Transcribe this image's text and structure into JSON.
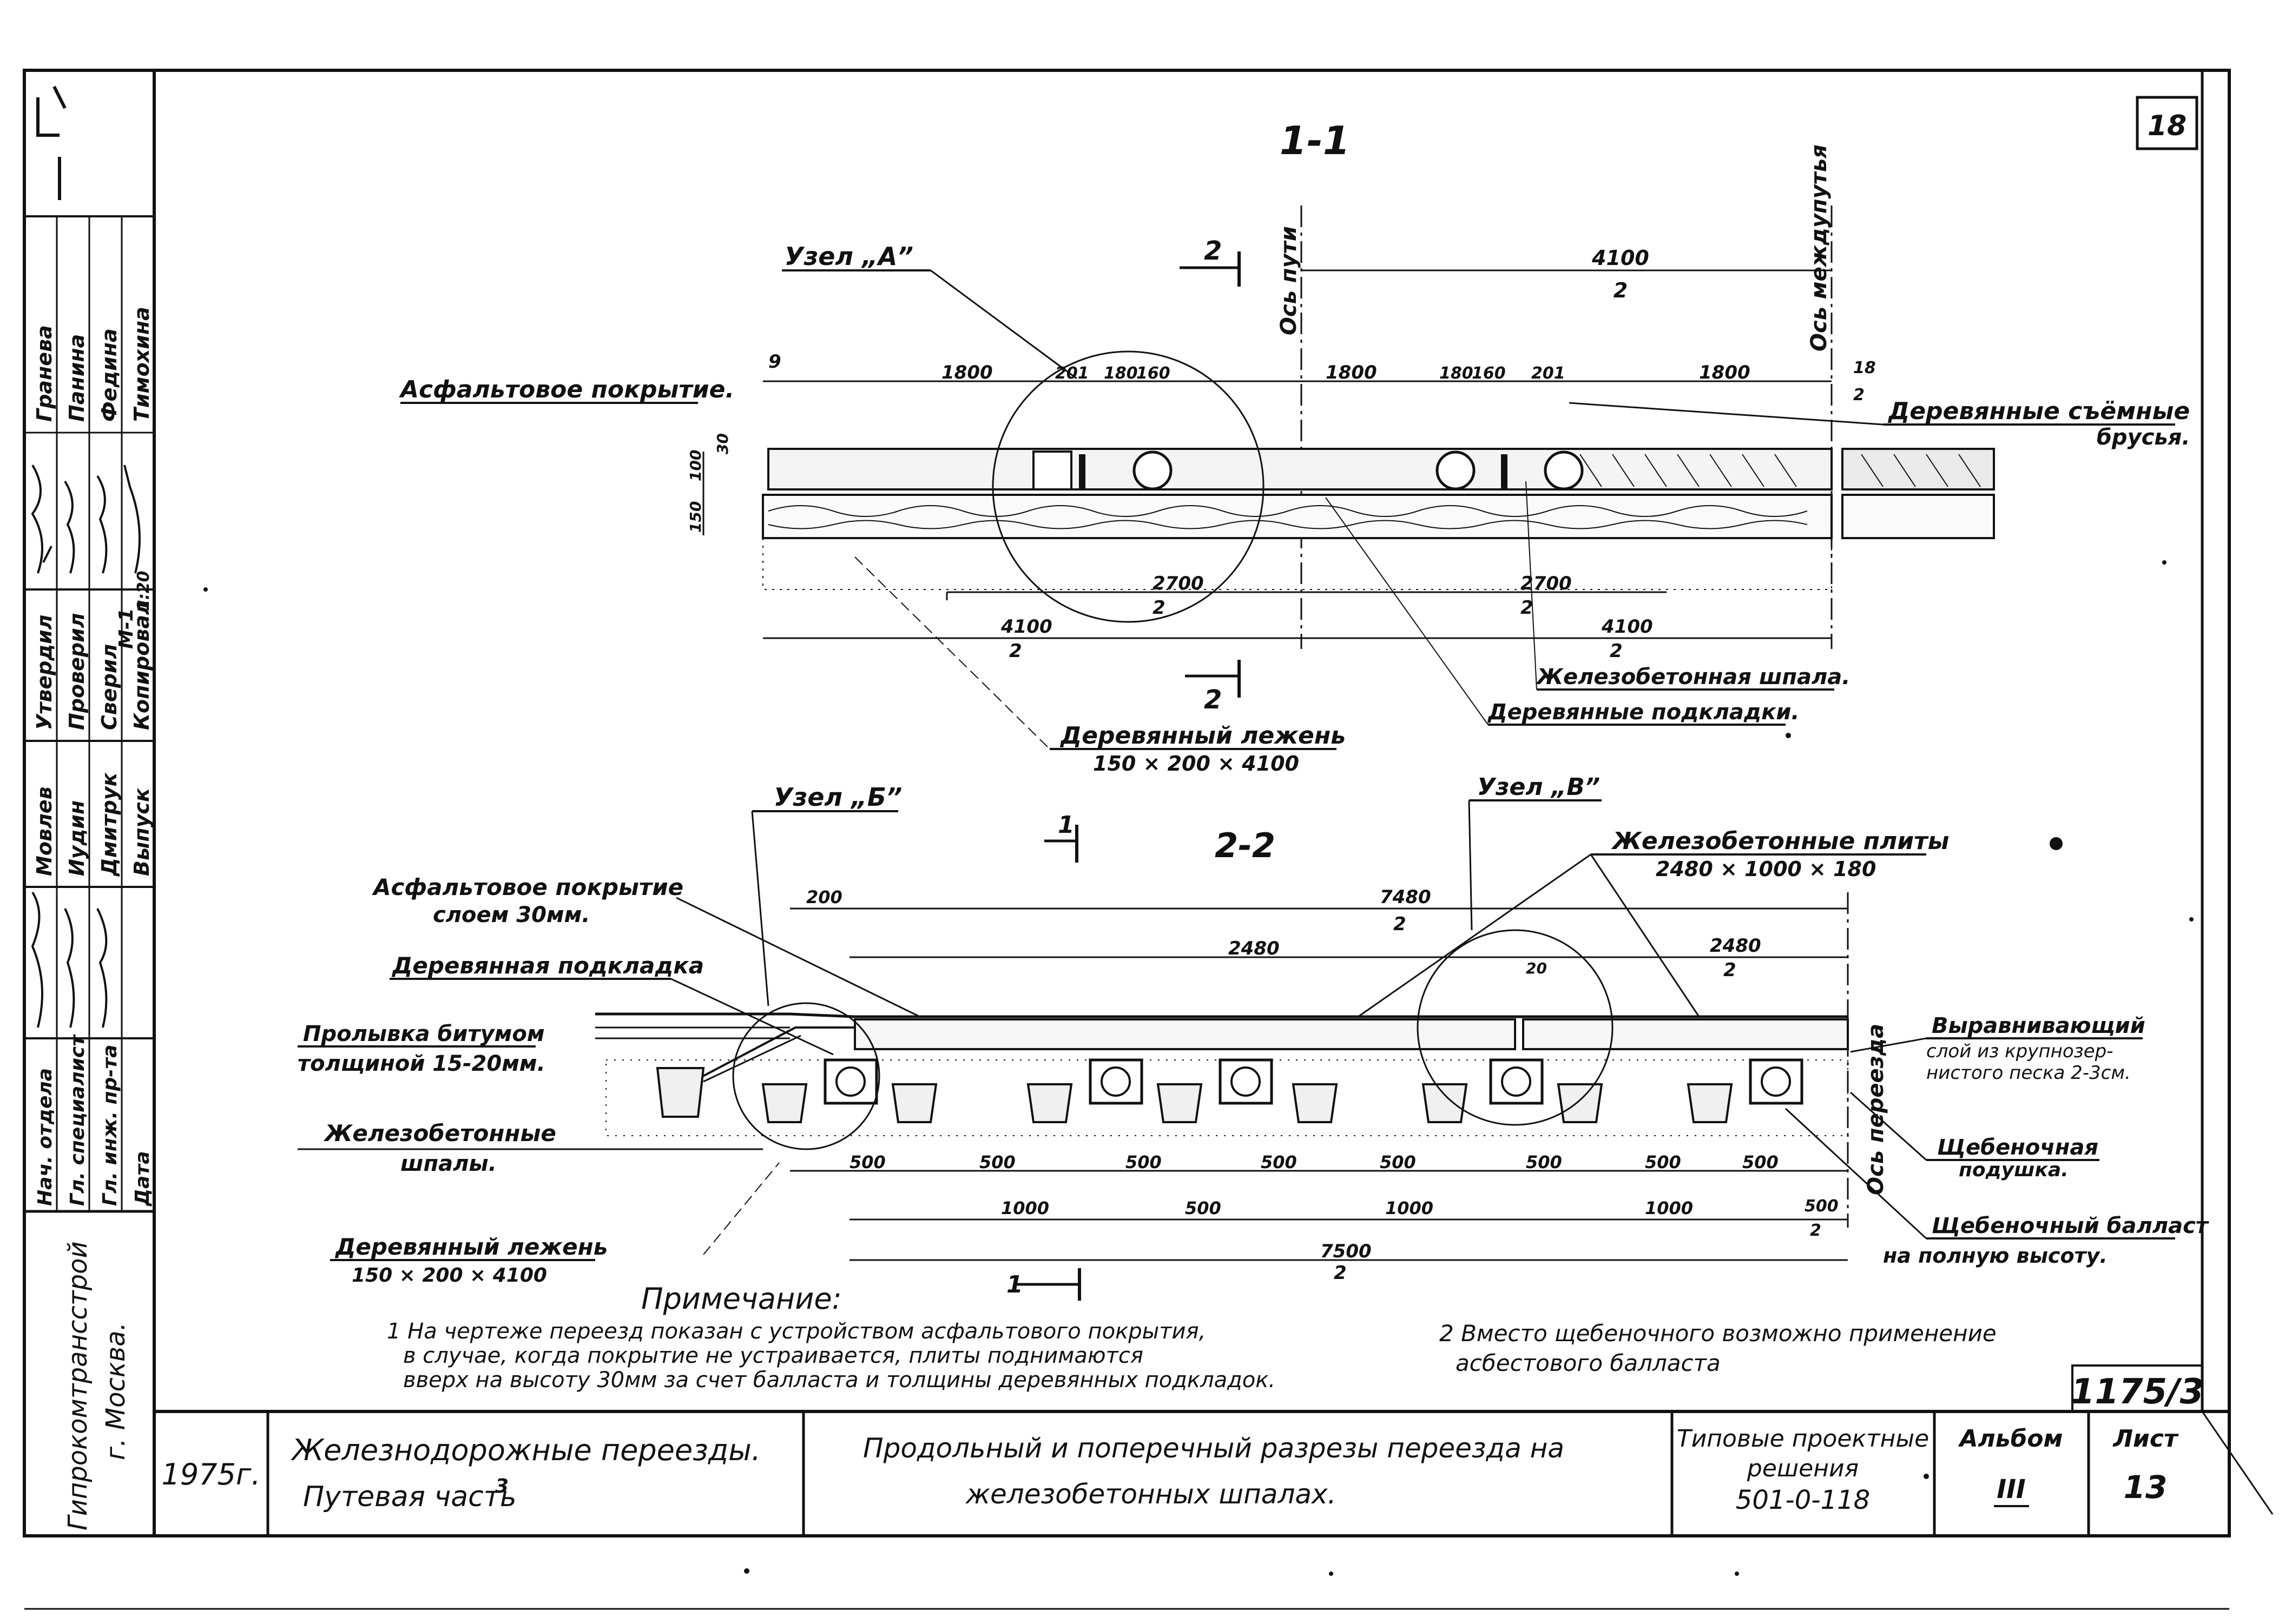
{
  "sheet": {
    "number": "18",
    "code": "1175/3"
  },
  "section1": {
    "title": "1-1",
    "cut_mark": "2",
    "axis_track": "Ось пути",
    "axis_intertrack": "Ось междупутья",
    "dims": {
      "half_4100_num": "4100",
      "half_4100_den": "2",
      "d1800": "1800",
      "d201": "201",
      "d180": "180",
      "d160": "160",
      "d9": "9",
      "d18_num": "18",
      "d18_den": "2",
      "d2700_num": "2700",
      "d2700_den": "2",
      "h150": "150",
      "h100": "100",
      "h30": "30"
    },
    "labels": {
      "node_a": "Узел „А”",
      "asphalt": "Асфальтовое покрытие.",
      "wood_bars_1": "Деревянные съёмные",
      "wood_bars_2": "брусья.",
      "rc_sleeper": "Железобетонная шпала.",
      "wood_pads": "Деревянные подкладки.",
      "wood_beam": "Деревянный лежень",
      "wood_beam_size": "150 × 200 × 4100"
    }
  },
  "section2": {
    "title": "2-2",
    "cut_mark": "1",
    "axis_crossing": "Ось переезда",
    "dims": {
      "d200": "200",
      "d7480_num": "7480",
      "d7480_den": "2",
      "d2480": "2480",
      "d2480_num": "2480",
      "d2480_den": "2",
      "d20": "20",
      "d500": "500",
      "d1000": "1000",
      "d7500_num": "7500",
      "d7500_den": "2",
      "d500_num": "500",
      "d500_den": "2"
    },
    "labels": {
      "node_b": "Узел „Б”",
      "node_v": "Узел „В”",
      "rc_plates": "Железобетонные плиты",
      "rc_plates_size": "2480 × 1000 × 180",
      "asphalt_1": "Асфальтовое покрытие",
      "asphalt_2": "слоем 30мм.",
      "wood_pad": "Деревянная подкладка",
      "bitumen_1": "Пролывка битумом",
      "bitumen_2": "толщиной 15-20мм.",
      "rc_sleepers_1": "Железобетонные",
      "rc_sleepers_2": "шпалы.",
      "wood_beam": "Деревянный лежень",
      "wood_beam_size": "150 × 200 × 4100",
      "leveling_1": "Выравнивающий",
      "leveling_2": "слой из крупнозер-",
      "leveling_3": "нистого песка 2-3см.",
      "crushed_cushion_1": "Щебеночная",
      "crushed_cushion_2": "подушка.",
      "crushed_ballast_1": "Щебеночный балласт",
      "crushed_ballast_2": "на полную высоту."
    }
  },
  "notes": {
    "heading": "Примечание:",
    "n1_line1": "1 На чертеже переезд показан с устройством асфальтового покрытия,",
    "n1_line2": "в случае, когда покрытие не устраивается, плиты поднимаются",
    "n1_line3": "вверх на высоту 30мм за счет балласта и толщины деревянных подкладок.",
    "n2_line1": "2 Вместо щебеночного возможно применение",
    "n2_line2": "асбестового балласта"
  },
  "title_block": {
    "year": "1975г.",
    "project_line1": "Железнодорожные переезды.",
    "project_line2": "Путевая   часть",
    "project_part_mark": "3",
    "drawing_line1": "Продольный и поперечный разрезы переезда на",
    "drawing_line2": "железобетонных шпалах.",
    "series_line1": "Типовые проектные",
    "series_line2": "решения",
    "series_code": "501-0-118",
    "album_label": "Альбом",
    "album_value": "III",
    "sheet_label": "Лист",
    "sheet_value": "13"
  },
  "side_block": {
    "org_line1": "Гипрокомтрансстрой",
    "org_line2": "г. Москва.",
    "roles": [
      "Нач. отдела",
      "Гл. специалист",
      "Гл. инж. пр-та",
      "Дата"
    ],
    "names": [
      "Мовлев",
      "Иудин",
      "Дмитрук",
      "Выпуск"
    ],
    "roles2": [
      "Утвердил",
      "Проверил",
      "Сверил",
      "Копировал"
    ],
    "scale_label": "М-1",
    "scale_value": "1:20",
    "names2": [
      "Гранева",
      "Панина",
      "Федина",
      "Тимохина"
    ]
  }
}
